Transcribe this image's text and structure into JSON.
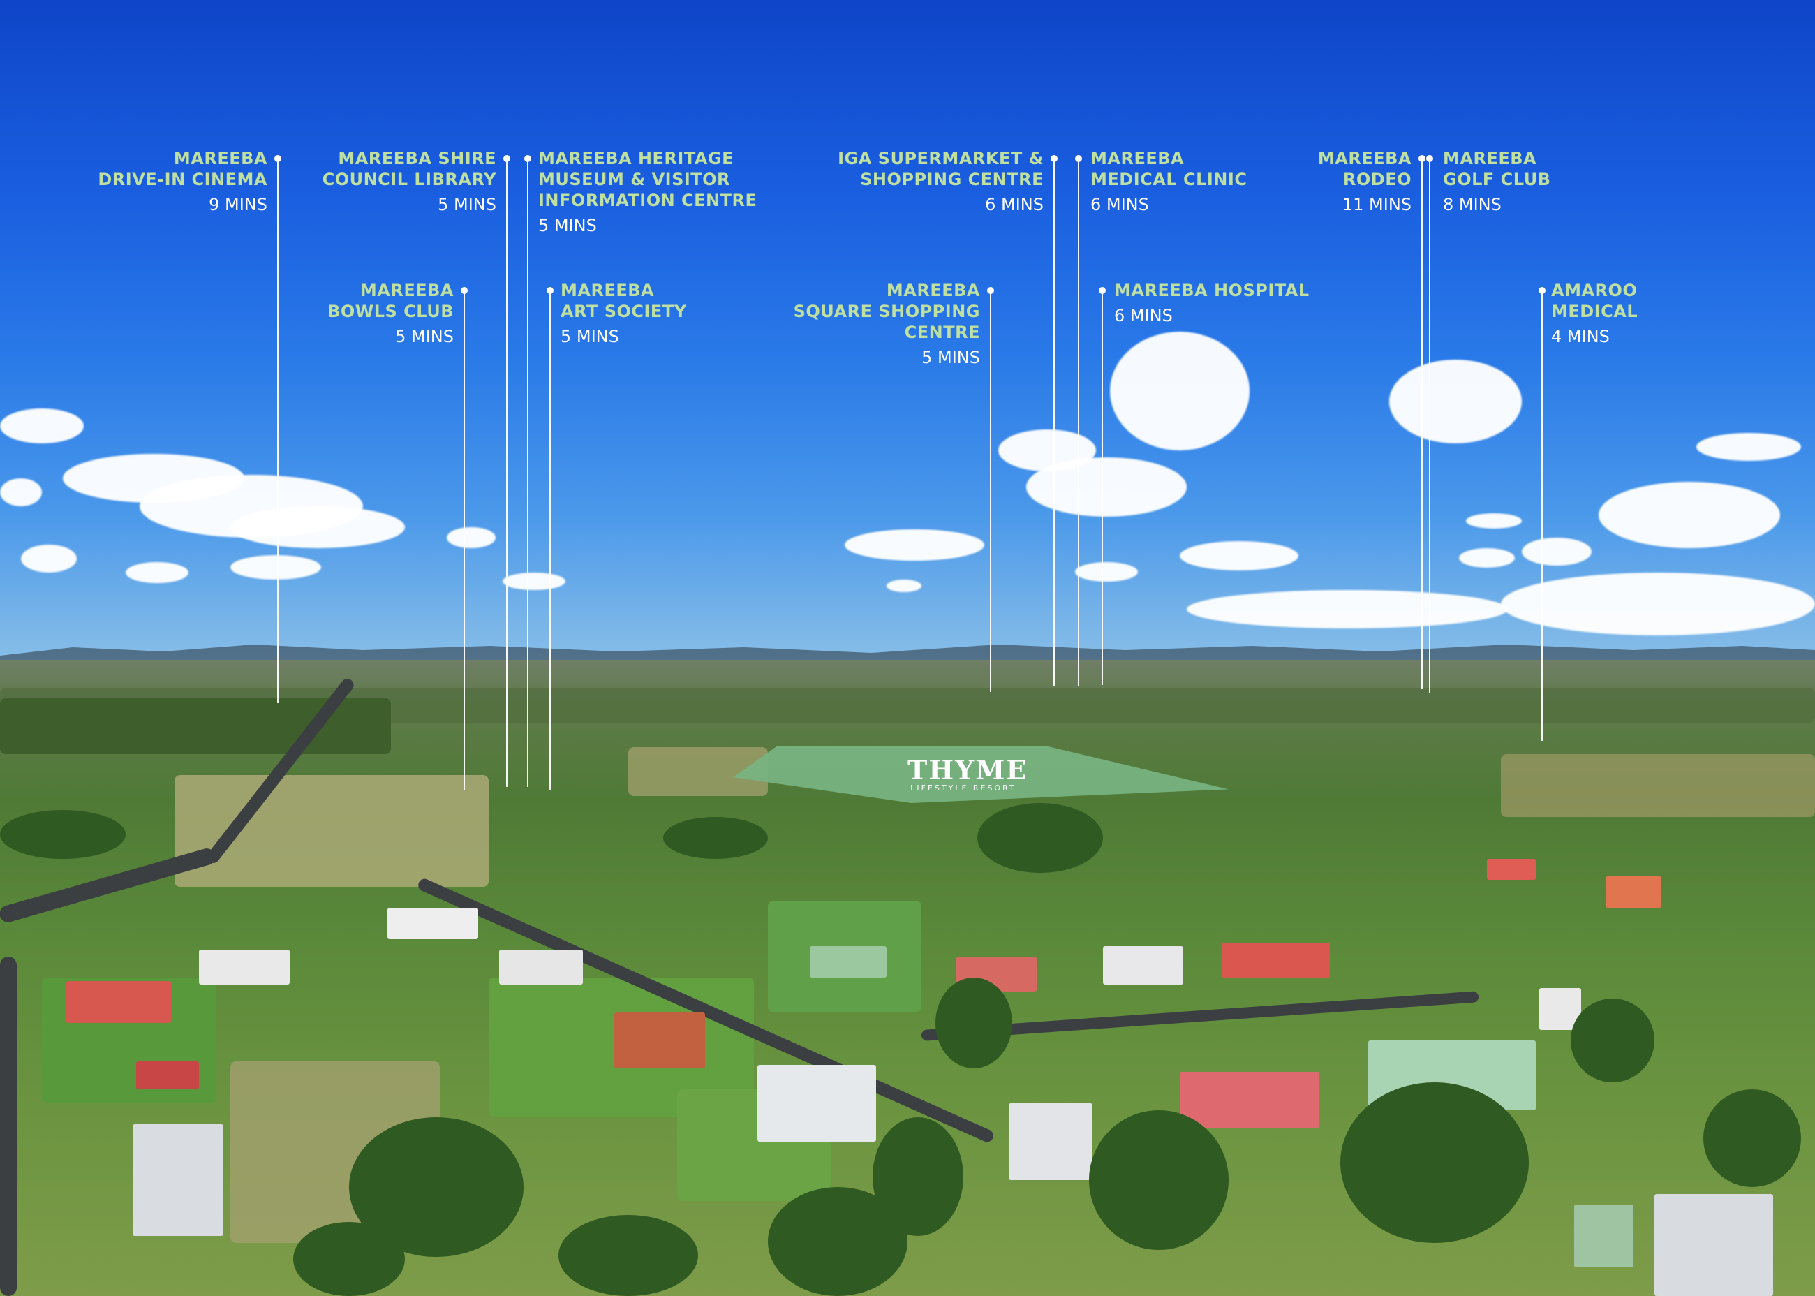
{
  "development": {
    "name": "THYME",
    "tagline": "LIFESTYLE RESORT",
    "area_color": "#78b482"
  },
  "colors": {
    "label_name": "#bfe0a0",
    "label_time": "#ffffff",
    "sky_top": "#0f45c8",
    "sky_bottom": "#86bde8"
  },
  "points_of_interest": [
    {
      "name": "MAREEBA\nDRIVE-IN CINEMA",
      "time": "9 MINS"
    },
    {
      "name": "MAREEBA SHIRE\nCOUNCIL LIBRARY",
      "time": "5 MINS"
    },
    {
      "name": "MAREEBA HERITAGE\nMUSEUM & VISITOR\nINFORMATION CENTRE",
      "time": "5 MINS"
    },
    {
      "name": "MAREEBA\nBOWLS CLUB",
      "time": "5 MINS"
    },
    {
      "name": "MAREEBA\nART SOCIETY",
      "time": "5 MINS"
    },
    {
      "name": "IGA SUPERMARKET &\nSHOPPING CENTRE",
      "time": "6 MINS"
    },
    {
      "name": "MAREEBA\nMEDICAL CLINIC",
      "time": "6 MINS"
    },
    {
      "name": "MAREEBA\nSQUARE SHOPPING\nCENTRE",
      "time": "5 MINS"
    },
    {
      "name": "MAREEBA HOSPITAL",
      "time": "6 MINS"
    },
    {
      "name": "MAREEBA\nRODEO",
      "time": "11 MINS"
    },
    {
      "name": "MAREEBA\nGOLF CLUB",
      "time": "8 MINS"
    },
    {
      "name": "AMAROO\nMEDICAL",
      "time": "4 MINS"
    }
  ]
}
